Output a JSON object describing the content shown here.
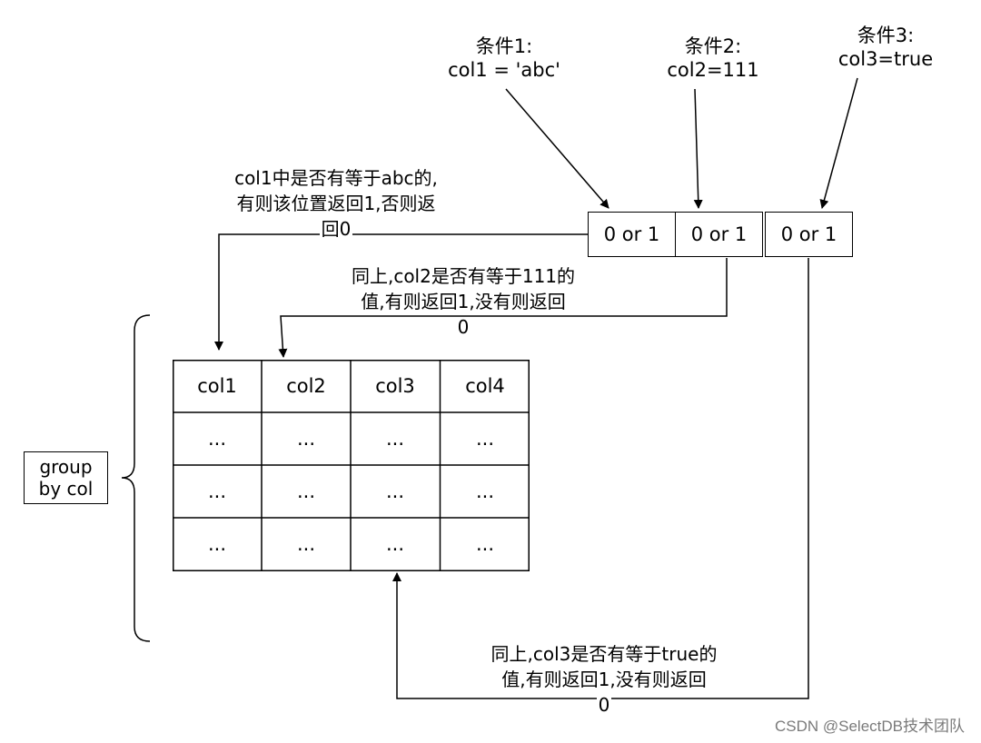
{
  "conditions": [
    {
      "title": "条件1:",
      "expr": "col1 = 'abc'"
    },
    {
      "title": "条件2:",
      "expr": "col2=111"
    },
    {
      "title": "条件3:",
      "expr": "col3=true"
    }
  ],
  "bits": [
    "0 or 1",
    "0 or 1",
    "0 or 1"
  ],
  "notes": {
    "col1": [
      "col1中是否有等于abc的,",
      "有则该位置返回1,否则返",
      "回0"
    ],
    "col2": [
      "同上,col2是否有等于111的",
      "值,有则返回1,没有则返回",
      "0"
    ],
    "col3": [
      "同上,col3是否有等于true的",
      "值,有则返回1,没有则返回",
      "0"
    ]
  },
  "table": {
    "headers": [
      "col1",
      "col2",
      "col3",
      "col4"
    ],
    "rows": [
      [
        "...",
        "...",
        "...",
        "..."
      ],
      [
        "...",
        "...",
        "...",
        "..."
      ],
      [
        "...",
        "...",
        "...",
        "..."
      ]
    ]
  },
  "group": {
    "line1": "group",
    "line2": "by col"
  },
  "watermark": "CSDN @SelectDB技术团队"
}
